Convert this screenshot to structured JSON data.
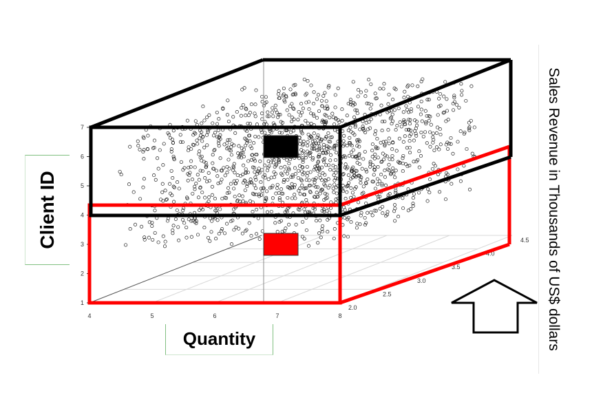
{
  "chart_data": {
    "type": "scatter",
    "subtype": "3d-scatter-cube",
    "x_axis": {
      "label": "Quantity",
      "ticks": [
        "4",
        "5",
        "6",
        "7",
        "8"
      ],
      "range": [
        4,
        8
      ]
    },
    "y_axis": {
      "label": "Client ID",
      "ticks": [
        "1",
        "2",
        "3",
        "4",
        "5",
        "6",
        "7"
      ],
      "range": [
        1,
        7
      ]
    },
    "z_axis": {
      "label": "Sales Revenue in Thousands of US$ dollars",
      "ticks": [
        "2.0",
        "2.5",
        "3.0",
        "3.5",
        "4.0",
        "4.5"
      ],
      "range": [
        2.0,
        4.5
      ]
    },
    "grid": true,
    "marker": "open-circle",
    "slices": [
      {
        "color": "#000000",
        "client_id_range": [
          4,
          7
        ]
      },
      {
        "color": "#ff0000",
        "client_id_range": [
          1,
          4.3
        ]
      }
    ],
    "annotation": "up-arrow"
  }
}
